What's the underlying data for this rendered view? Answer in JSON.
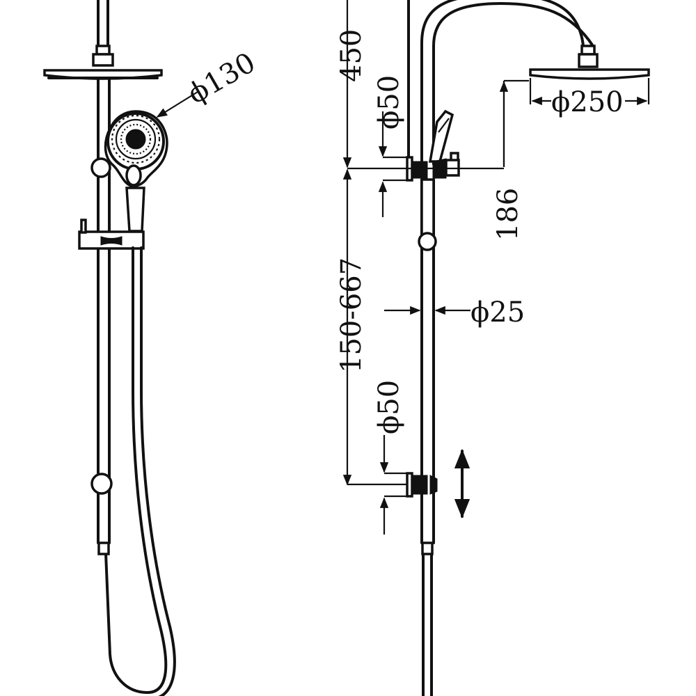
{
  "dimensions": {
    "hand_shower_diameter": "ϕ130",
    "arm_height": "450",
    "bracket_top_diameter": "ϕ50",
    "overhead_diameter": "ϕ250",
    "head_drop": "186",
    "rail_adjust_range": "150-667",
    "rail_diameter": "ϕ25",
    "bracket_bottom_diameter": "ϕ50"
  },
  "colors": {
    "line": "#111111",
    "background": "#ffffff"
  }
}
